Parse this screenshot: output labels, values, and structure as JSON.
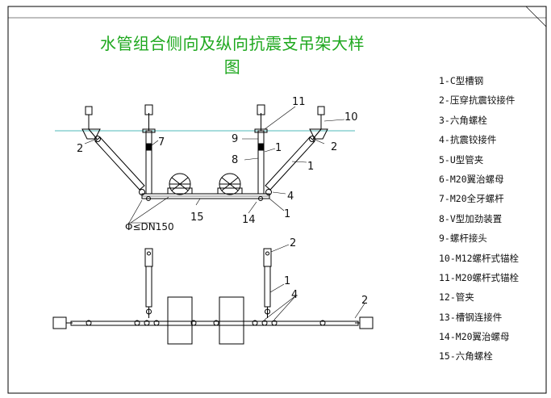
{
  "drawing": {
    "title": "水管组合侧向及纵向抗震支吊架大样图",
    "annotation": "Φ≤DN150",
    "legend": [
      "1-C型槽钢",
      "2-压穿抗震铰接件",
      "3-六角螺栓",
      "4-抗震铰接件",
      "5-U型管夹",
      "6-M20翼治螺母",
      "7-M20全牙螺杆",
      "8-V型加劲装置",
      "9-螺杆接头",
      "10-M12螺杆式锚栓",
      "11-M20螺杆式锚栓",
      "12-管夹",
      "13-槽钢连接件",
      "14-M20翼治螺母",
      "15-六角螺栓"
    ],
    "callouts_top": {
      "c11": "11",
      "c10": "10",
      "c9": "9",
      "c7": "7",
      "c2a": "2",
      "c2b": "2",
      "c8": "8",
      "c1a": "1",
      "c1b": "1",
      "c4": "4",
      "c15": "15",
      "c14": "14",
      "c1c": "1"
    },
    "callouts_bottom": {
      "c2a": "2",
      "c1": "1",
      "c4": "4",
      "c2b": "2"
    },
    "colors": {
      "frame": "#000000",
      "title": "#1fa81f",
      "ceiling": "#4fb8b8",
      "leader": "#000000"
    }
  }
}
